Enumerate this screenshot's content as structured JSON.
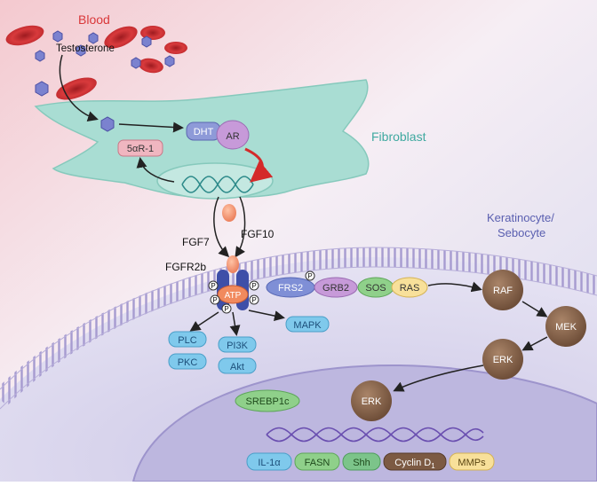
{
  "labels": {
    "blood": "Blood",
    "testosterone": "Testosterone",
    "fibroblast": "Fibroblast",
    "dht": "DHT",
    "ar": "AR",
    "five_alpha_r1": "5αR-1",
    "fgf7": "FGF7",
    "fgf10": "FGF10",
    "fgfr2b": "FGFR2b",
    "atp": "ATP",
    "phospho": "P",
    "keratinocyte": "Keratinocyte/",
    "sebocyte": "Sebocyte"
  },
  "signaling": {
    "frs2": "FRS2",
    "grb2": "GRB2",
    "sos": "SOS",
    "ras": "RAS",
    "raf": "RAF",
    "mek": "MEK",
    "erk": "ERK",
    "erk_nuclear": "ERK",
    "plc": "PLC",
    "pkc": "PKC",
    "pi3k": "PI3K",
    "akt": "Akt",
    "mapk": "MAPK",
    "srebp1c": "SREBP1c"
  },
  "genes": {
    "il1a": "IL-1α",
    "fasn": "FASN",
    "shh": "Shh",
    "cyclin": "Cyclin D",
    "cyclin_sub": "1",
    "mmps": "MMPs"
  },
  "colors": {
    "blood_red": "#d9383a",
    "fibroblast_teal": "#a9ddd3",
    "kinase_brown": "#7c5a43",
    "label_blue": "#7fc9ec",
    "label_green": "#8fd08a",
    "ar_purple": "#c79ad9",
    "pink_box": "#f0b6c0"
  }
}
